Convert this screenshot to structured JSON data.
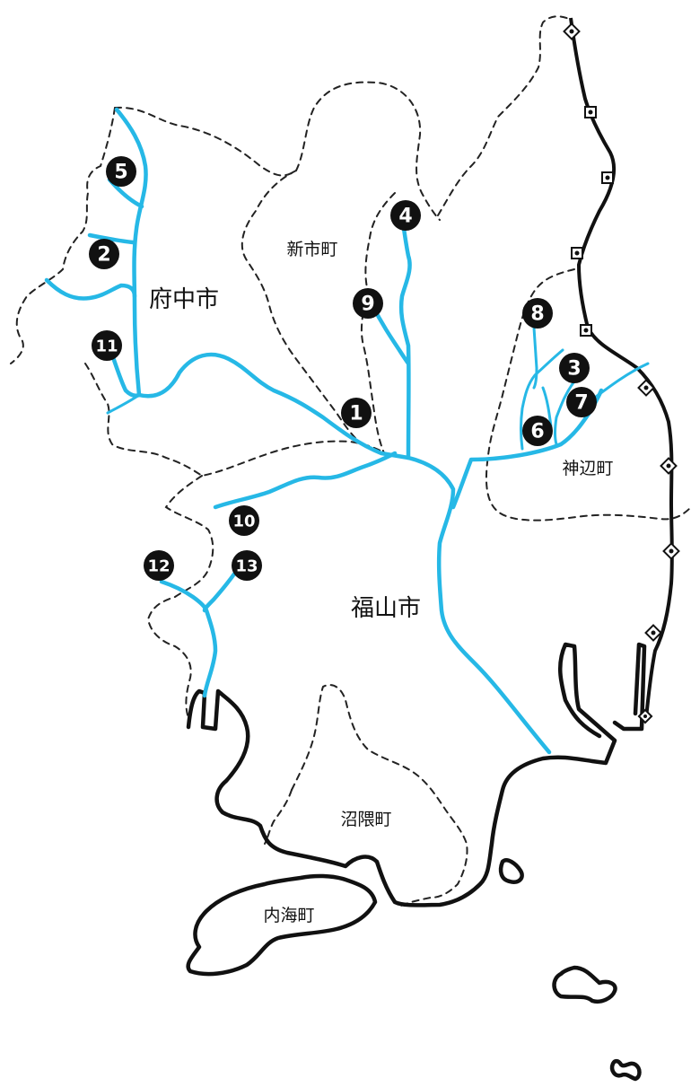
{
  "colors": {
    "river": "#26b8e6",
    "boundary": "#222222",
    "coast": "#111111",
    "marker": "#111111"
  },
  "places": {
    "fuchu": "府中市",
    "shinichi": "新市町",
    "fukuyama": "福山市",
    "kannabe": "神辺町",
    "numakuma": "沼隈町",
    "utsumi": "内海町"
  },
  "markers": [
    "1",
    "2",
    "3",
    "4",
    "5",
    "6",
    "7",
    "8",
    "9",
    "10",
    "11",
    "12",
    "13"
  ]
}
